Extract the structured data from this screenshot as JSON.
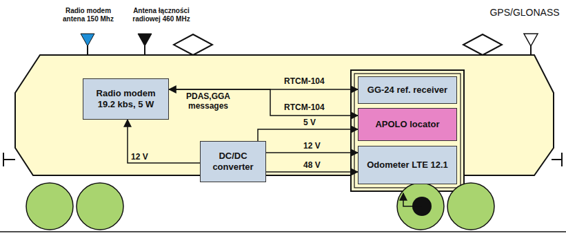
{
  "diagram": {
    "nodes": [
      {
        "text": [
          "Radio modem 19.2 kbs, 5 W"
        ]
      },
      {
        "text": [
          "DC/DC converter"
        ]
      },
      {
        "text": [
          "GG-24 ref. receiver"
        ]
      },
      {
        "text": [
          "APOLO locator"
        ]
      },
      {
        "text": [
          "Odometer LTE 12.1"
        ]
      }
    ],
    "edges": [
      {
        "from": 0,
        "to": 2,
        "arrow": "both",
        "label": "RTCM-104"
      },
      {
        "from": 0,
        "to": 3,
        "arrow": "to",
        "label": "RTCM-104"
      },
      {
        "from": 1,
        "to": 0,
        "arrow": "to",
        "label": "12 V"
      },
      {
        "from": 1,
        "to": 3,
        "arrow": "to",
        "label": "5 V"
      },
      {
        "from": 1,
        "to": 4,
        "arrow": "to",
        "label": "12 V"
      },
      {
        "from": 1,
        "to": 4,
        "arrow": "to",
        "label": "48 V"
      }
    ],
    "labels": [
      "Radio modem antena 150 Mhz",
      "Antena łączności radiowej 460 MHz",
      "GPS/GLONASS",
      "PDAS,GGA messages"
    ]
  }
}
